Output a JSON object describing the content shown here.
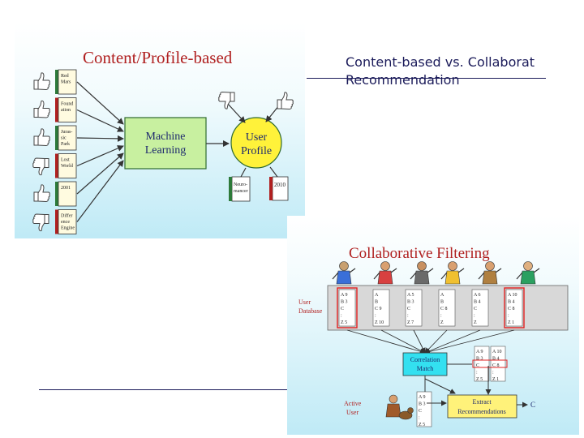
{
  "slide": {
    "title_line1": "Content-based vs. Collaborat",
    "title_line2": "Recommendation"
  },
  "content_panel": {
    "title": "Content/Profile-based",
    "item_labels": [
      [
        "Red",
        "Mars"
      ],
      [
        "Found",
        "ation"
      ],
      [
        "Juras-",
        "sic",
        "Park"
      ],
      [
        "Lost",
        "World"
      ],
      [
        "2001"
      ],
      [
        "Differ",
        "ence",
        "Engine"
      ]
    ],
    "ratings": [
      "up",
      "up",
      "up",
      "down",
      "up",
      "down"
    ],
    "ml_label": [
      "Machine",
      "Learning"
    ],
    "profile_label": [
      "User",
      "Profile"
    ],
    "book_left": [
      "Neuro-",
      "mancer"
    ],
    "book_right": "2010",
    "top_ratings": [
      "down",
      "up"
    ]
  },
  "collab_panel": {
    "title": "Collaborative Filtering",
    "db_label": [
      "User",
      "Database"
    ],
    "user_columns": [
      [
        "A 9",
        "B 3",
        "C",
        ":",
        "Z 5"
      ],
      [
        "A",
        "B",
        "C 9",
        ":",
        "Z 10"
      ],
      [
        "A 5",
        "B 3",
        "C",
        ":",
        "Z 7"
      ],
      [
        "A",
        "B",
        "C 8",
        ":",
        "Z"
      ],
      [
        "A 6",
        "B 4",
        "C",
        ":",
        "Z"
      ],
      [
        "A 10",
        "B 4",
        "C 8",
        ":",
        "Z 1"
      ]
    ],
    "correlation_label": [
      "Correlation",
      "Match"
    ],
    "active_label": [
      "Active",
      "User"
    ],
    "active_column": [
      "A 9",
      "B 3",
      "C",
      ":",
      "Z 5"
    ],
    "match_left": [
      "A 9",
      "B 3",
      "C",
      ":",
      "Z 5"
    ],
    "match_right": [
      "A 10",
      "B 4",
      "C 8",
      ":",
      "Z 1"
    ],
    "extract_label": [
      "Extract",
      "Recommendations"
    ],
    "output_label": "C"
  },
  "colors": {
    "title_red": "#b02020",
    "ml_box": "#c8f0a0",
    "profile_circle": "#fff23a",
    "cyan_box": "#33e0f0",
    "extract_box": "#fff27a",
    "highlight": "#e02020",
    "navy": "#1b1b5a"
  }
}
